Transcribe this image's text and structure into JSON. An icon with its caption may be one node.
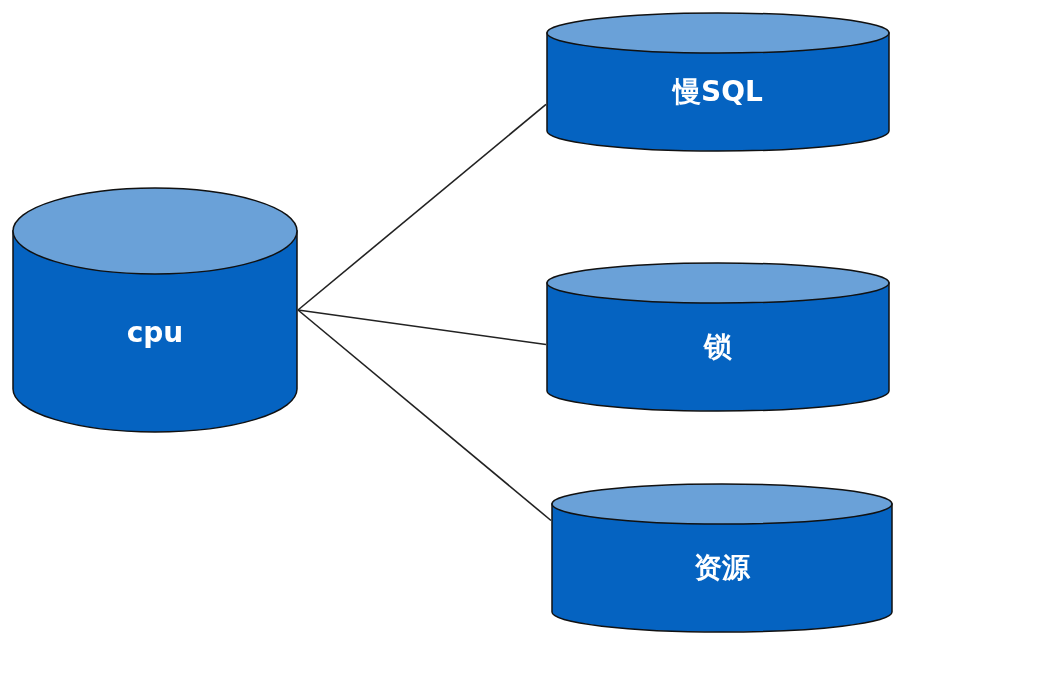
{
  "diagram": {
    "nodes": [
      {
        "text": [
          "cpu"
        ]
      },
      {
        "text": [
          "慢SQL"
        ]
      },
      {
        "text": [
          "锁"
        ]
      },
      {
        "text": [
          "资源"
        ]
      }
    ],
    "edges": [
      {
        "from": 0,
        "to": 1,
        "arrow": "none"
      },
      {
        "from": 0,
        "to": 2,
        "arrow": "none"
      },
      {
        "from": 0,
        "to": 3,
        "arrow": "none"
      }
    ]
  }
}
